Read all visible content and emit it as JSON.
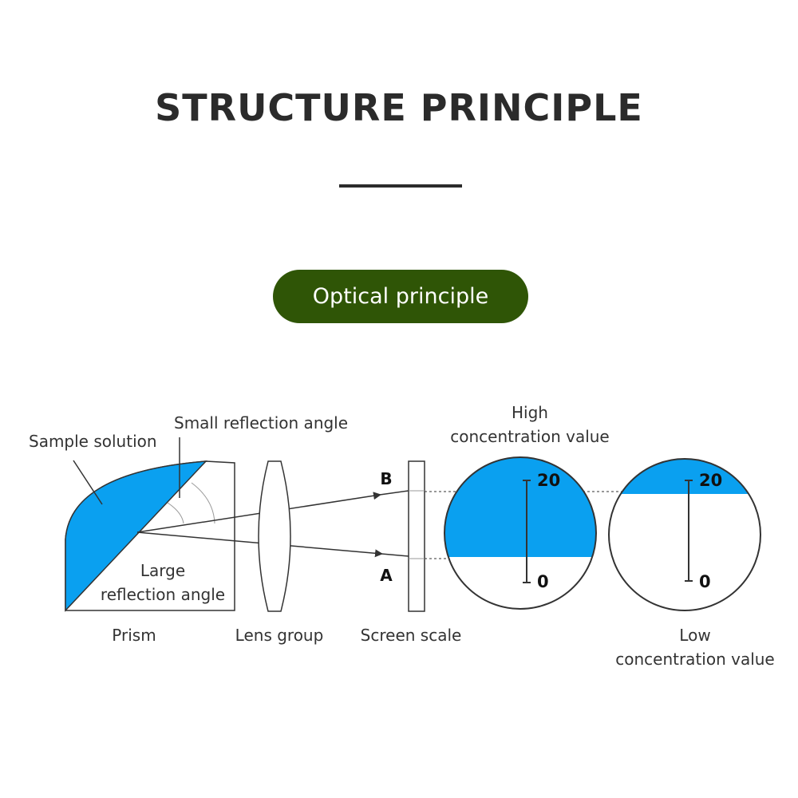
{
  "title": "STRUCTURE PRINCIPLE",
  "badge": "Optical principle",
  "colors": {
    "accent_blue": "#0aa0f0",
    "badge_green": "#2f5506",
    "line": "#333333"
  },
  "labels": {
    "sample_solution": "Sample solution",
    "small_reflection_angle": "Small reflection angle",
    "large_reflection_angle_1": "Large",
    "large_reflection_angle_2": "reflection angle",
    "prism": "Prism",
    "lens_group": "Lens group",
    "screen_scale": "Screen scale",
    "point_b": "B",
    "point_a": "A",
    "high_1": "High",
    "high_2": "concentration value",
    "low_1": "Low",
    "low_2": "concentration value",
    "scale_top": "20",
    "scale_bottom": "0"
  }
}
